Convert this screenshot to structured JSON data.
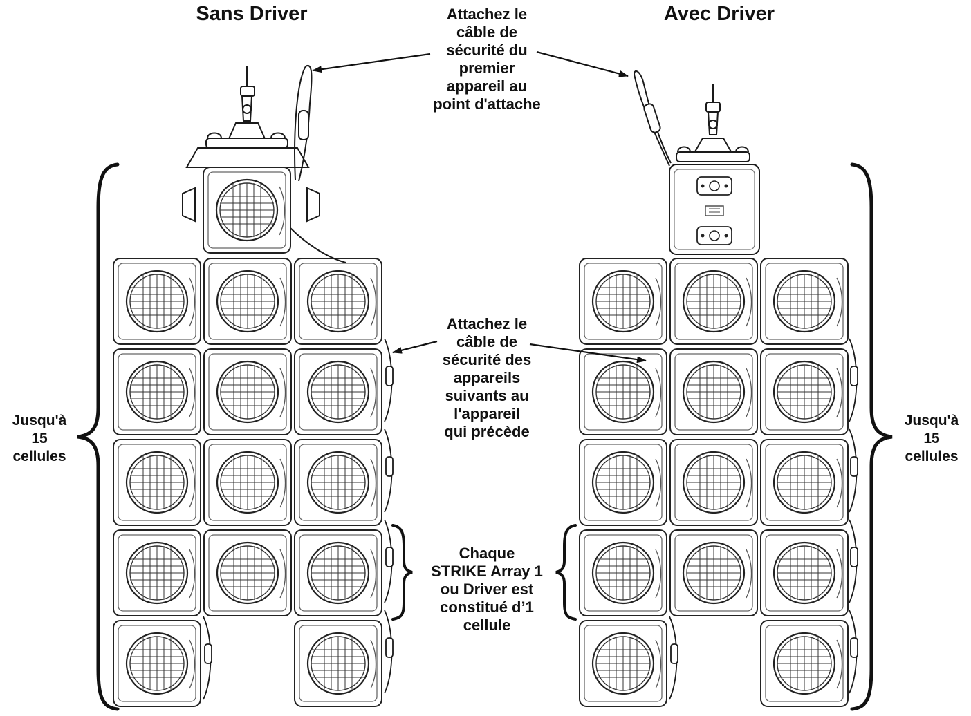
{
  "diagram": {
    "titles": {
      "left": "Sans Driver",
      "right": "Avec Driver"
    },
    "callouts": {
      "first_safety_cable": [
        "Attachez le",
        "câble de",
        "sécurité du",
        "premier",
        "appareil au",
        "point d'attache"
      ],
      "following_safety_cable": [
        "Attachez le",
        "câble de",
        "sécurité des",
        "appareils",
        "suivants au",
        "l'appareil",
        "qui précède"
      ],
      "cell_count": [
        "Chaque",
        "STRIKE Array 1",
        "ou Driver est",
        "constitué d’1",
        "cellule"
      ]
    },
    "side_labels": {
      "left": [
        "Jusqu'à",
        "15",
        "cellules"
      ],
      "right": [
        "Jusqu'à",
        "15",
        "cellules"
      ]
    },
    "left_array": {
      "hanging_unit": "fixture",
      "rows": [
        3,
        3,
        3,
        3,
        2
      ]
    },
    "right_array": {
      "hanging_unit": "driver",
      "rows": [
        3,
        3,
        3,
        3,
        2
      ]
    },
    "colors": {
      "line": "#1a1a1a",
      "fixture_fill": "#ffffff",
      "text": "#111111"
    }
  }
}
